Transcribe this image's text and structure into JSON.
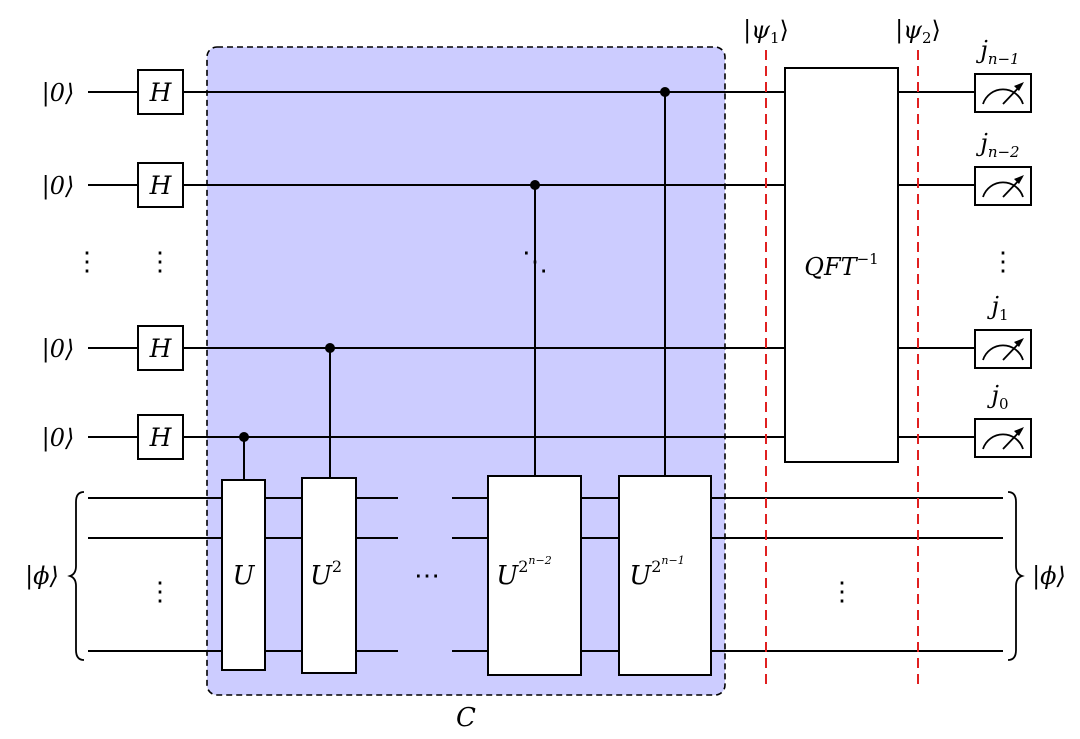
{
  "colors": {
    "region_fill": "#ccccff",
    "barrier": "#e02020",
    "ink": "#000000"
  },
  "inputs": {
    "ket0": "|0⟩",
    "phi": "|ϕ⟩",
    "phi_right": "|ϕ⟩"
  },
  "gates": {
    "h": "H",
    "u_base": "U",
    "u2_exp": "2",
    "u3_exp": "2",
    "u3_sup_exp": "n−2",
    "u4_exp": "2",
    "u4_sup_exp": "n−1",
    "qft_base": "QFT",
    "qft_exp": "−1"
  },
  "barriers": {
    "psi1_sym": "ψ",
    "psi1_sub": "1",
    "psi2_sym": "ψ",
    "psi2_sub": "2"
  },
  "outputs": {
    "j_sym": "j",
    "sub_0": "n−1",
    "sub_1": "n−2",
    "sub_2": "1",
    "sub_3": "0"
  },
  "region_label": "C",
  "ellipsis": {
    "vertical": "⋮",
    "horizontal": "⋯",
    "diagonal": "⋱"
  },
  "icons": [
    "meter-icon"
  ]
}
